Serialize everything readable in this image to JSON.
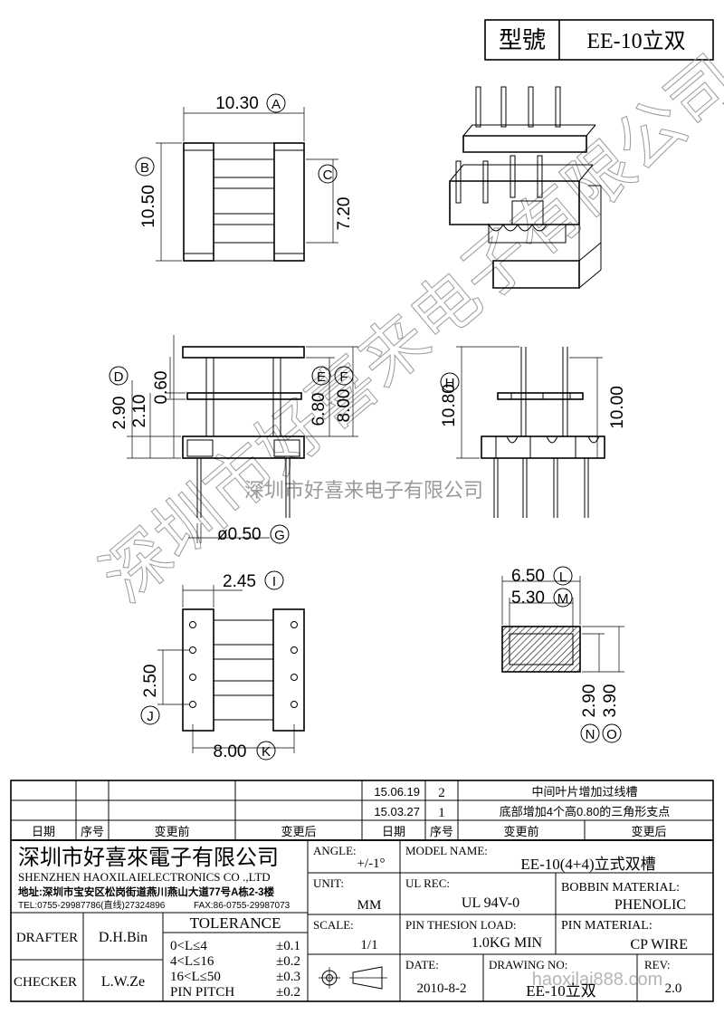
{
  "model_box": {
    "label": "型號",
    "value": "EE-10立双"
  },
  "dimensions": {
    "A": "10.30",
    "B": "10.50",
    "C": "7.20",
    "D": "2.90",
    "d2": "2.10",
    "d3": "0.60",
    "E": "6.80",
    "F": "8.00",
    "H": "10.80",
    "h2": "10.00",
    "G": "ø0.50",
    "I": "2.45",
    "J": "2.50",
    "K": "8.00",
    "L": "6.50",
    "M": "5.30",
    "N": "2.90",
    "O": "3.90"
  },
  "letters": [
    "A",
    "B",
    "C",
    "D",
    "E",
    "F",
    "G",
    "H",
    "I",
    "J",
    "K",
    "L",
    "M",
    "N",
    "O"
  ],
  "watermark": {
    "diagonal": "深圳市好喜来电子有限公司",
    "horizontal": "深圳市好喜来电子有限公司"
  },
  "revisions": [
    {
      "date": "15.06.19",
      "seq": "2",
      "note": "中间叶片增加过线槽"
    },
    {
      "date": "15.03.27",
      "seq": "1",
      "note": "底部增加4个高0.80的三角形支点"
    }
  ],
  "revision_headers": [
    "日期",
    "序号",
    "变更前",
    "变更后",
    "日期",
    "序号",
    "变更前",
    "变更后"
  ],
  "company": {
    "name_cn": "深圳市好喜來電子有限公司",
    "name_en": "SHENZHEN HAOXILAIELECTRONICS CO .,LTD",
    "address": "地址:深圳市宝安区松岗街道燕川燕山大道77号A栋2-3楼",
    "tel": "TEL:0755-29987786(直线)27324896",
    "fax": "FAX:86-0755-29987073"
  },
  "signoff": {
    "drafter_label": "DRAFTER",
    "drafter": "D.H.Bin",
    "checker_label": "CHECKER",
    "checker": "L.W.Ze"
  },
  "tolerance": {
    "title": "TOLERANCE",
    "rows": [
      {
        "range": "0<L≤4",
        "value": "±0.1"
      },
      {
        "range": "4<L≤16",
        "value": "±0.2"
      },
      {
        "range": "16<L≤50",
        "value": "±0.3"
      },
      {
        "range": "PIN PITCH",
        "value": "±0.2"
      }
    ]
  },
  "fields": {
    "angle_label": "ANGLE:",
    "angle": "+/-1°",
    "model_name_label": "MODEL NAME:",
    "model_name": "EE-10(4+4)立式双槽",
    "unit_label": "UNIT:",
    "unit": "MM",
    "ul_label": "UL REC:",
    "ul": "UL 94V-0",
    "bobbin_label": "BOBBIN MATERIAL:",
    "bobbin": "PHENOLIC",
    "scale_label": "SCALE:",
    "scale": "1/1",
    "pin_load_label": "PIN THESION LOAD:",
    "pin_load": "1.0KG MIN",
    "pin_material_label": "PIN MATERIAL:",
    "pin_material": "CP  WIRE",
    "date_label": "DATE:",
    "date": "2010-8-2",
    "drawing_no_label": "DRAWING NO:",
    "drawing_no": "EE-10立双",
    "drawing_wm": "haoxilai888.com",
    "rev_label": "REV:",
    "rev": "2.0"
  },
  "colors": {
    "ink": "#000000",
    "watermark": "#9a9a9a",
    "hatch": "#000000"
  }
}
